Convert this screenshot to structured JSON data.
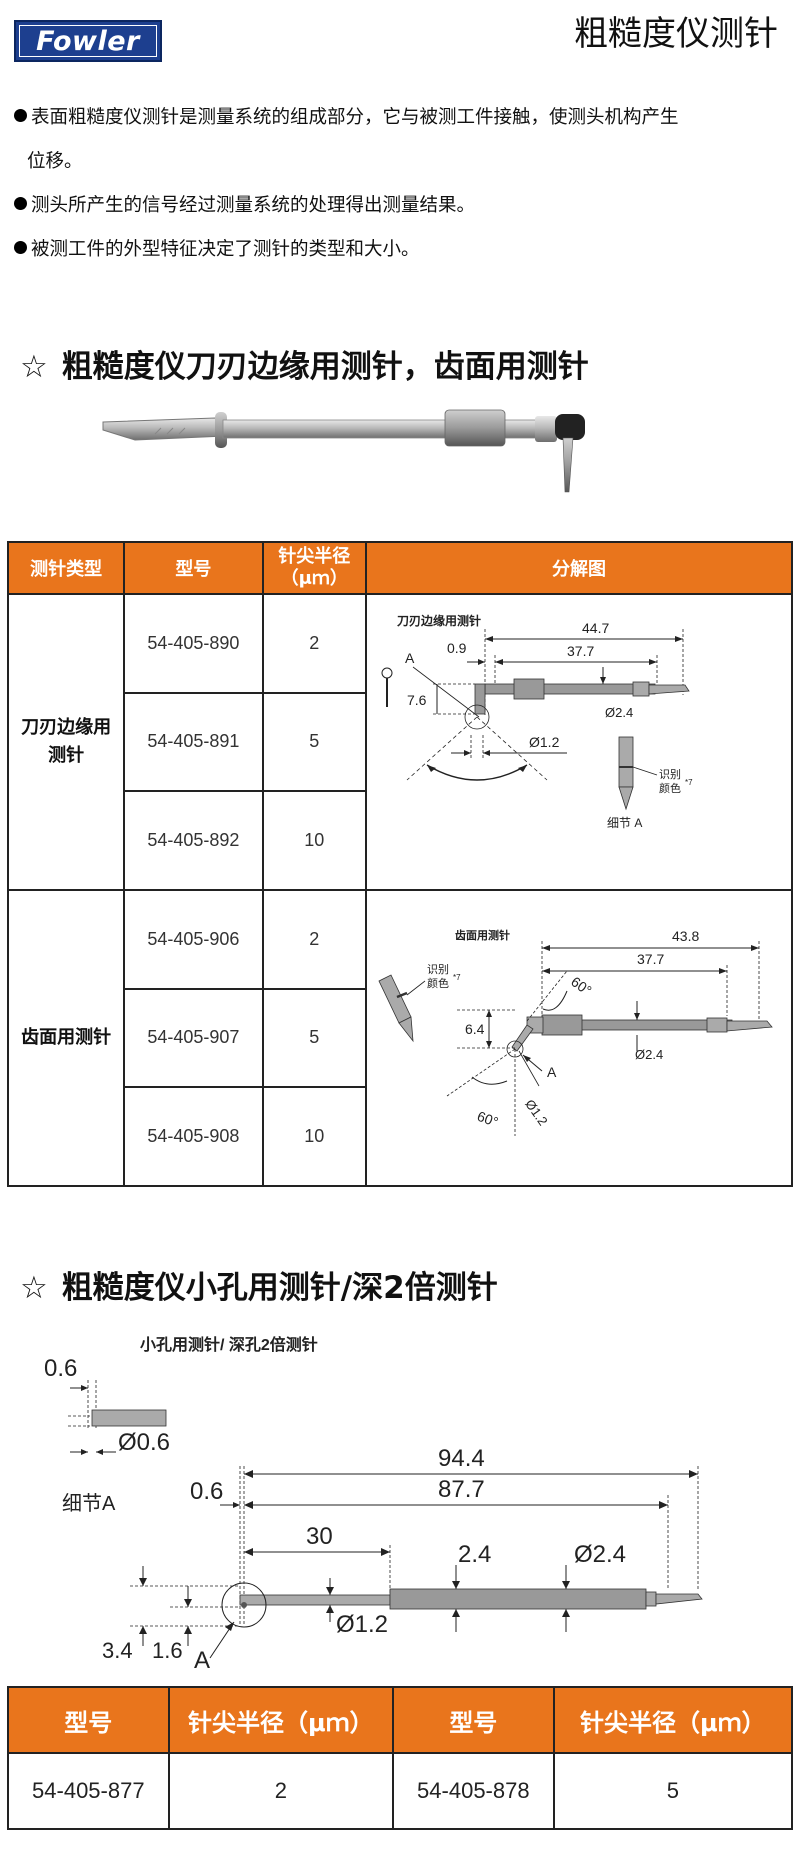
{
  "header": {
    "logo": "Fowler",
    "title": "粗糙度仪测针"
  },
  "bullets": [
    "表面粗糙度仪测针是测量系统的组成部分，它与被测工件接触，使测头机构产生",
    "位移。",
    "测头所产生的信号经过测量系统的处理得出测量结果。",
    "被测工件的外型特征决定了测针的类型和大小。"
  ],
  "section1": {
    "title": "粗糙度仪刀刃边缘用测针，齿面用测针",
    "star": "☆"
  },
  "table1": {
    "headers": [
      "测针类型",
      "型号",
      "针尖半径",
      "（μｍ）",
      "分解图"
    ],
    "groups": [
      {
        "type_line1": "刀刃边缘用",
        "type_line2": "测针",
        "rows": [
          {
            "model": "54-405-890",
            "radius": "2"
          },
          {
            "model": "54-405-891",
            "radius": "5"
          },
          {
            "model": "54-405-892",
            "radius": "10"
          }
        ],
        "diagram": {
          "title": "刀刃边缘用测针",
          "dim_total": "44.7",
          "dim_body": "37.7",
          "dim_offset": "0.9",
          "dim_height": "7.6",
          "dim_shaft": "Ø2.4",
          "dim_tip": "Ø1.2",
          "label_a": "A",
          "color_label_1": "识别",
          "color_label_2": "颜色",
          "color_sup": "*7",
          "detail_label": "细节 A"
        }
      },
      {
        "type_line1": "齿面用测针",
        "type_line2": "",
        "rows": [
          {
            "model": "54-405-906",
            "radius": "2"
          },
          {
            "model": "54-405-907",
            "radius": "5"
          },
          {
            "model": "54-405-908",
            "radius": "10"
          }
        ],
        "diagram": {
          "title": "齿面用测针",
          "dim_total": "43.8",
          "dim_body": "37.7",
          "angle_top": "60°",
          "angle_bottom": "60°",
          "dim_height": "6.4",
          "dim_shaft": "Ø2.4",
          "dim_tip": "Ø1.2",
          "label_a": "A",
          "color_label_1": "识别",
          "color_label_2": "颜色",
          "color_sup": "*7"
        }
      }
    ]
  },
  "section2": {
    "title": "粗糙度仪小孔用测针/深2倍测针",
    "star": "☆"
  },
  "diagram2": {
    "title": "小孔用测针/ 深孔2倍测针",
    "detail_offset": "0.6",
    "detail_dia": "Ø0.6",
    "detail_label": "细节A",
    "dim_total": "94.4",
    "dim_body": "87.7",
    "dim_offset": "0.6",
    "dim_30": "30",
    "dim_step": "2.4",
    "dim_shaft": "Ø2.4",
    "dim_tip": "Ø1.2",
    "dim_34": "3.4",
    "dim_16": "1.6",
    "label_a": "A"
  },
  "table2": {
    "headers": [
      "型号",
      "针尖半径（μｍ）",
      "型号",
      "针尖半径（μｍ）"
    ],
    "row": [
      "54-405-877",
      "2",
      "54-405-878",
      "5"
    ]
  },
  "colors": {
    "header_orange": "#e9751c",
    "logo_blue": "#1d3f8f"
  }
}
